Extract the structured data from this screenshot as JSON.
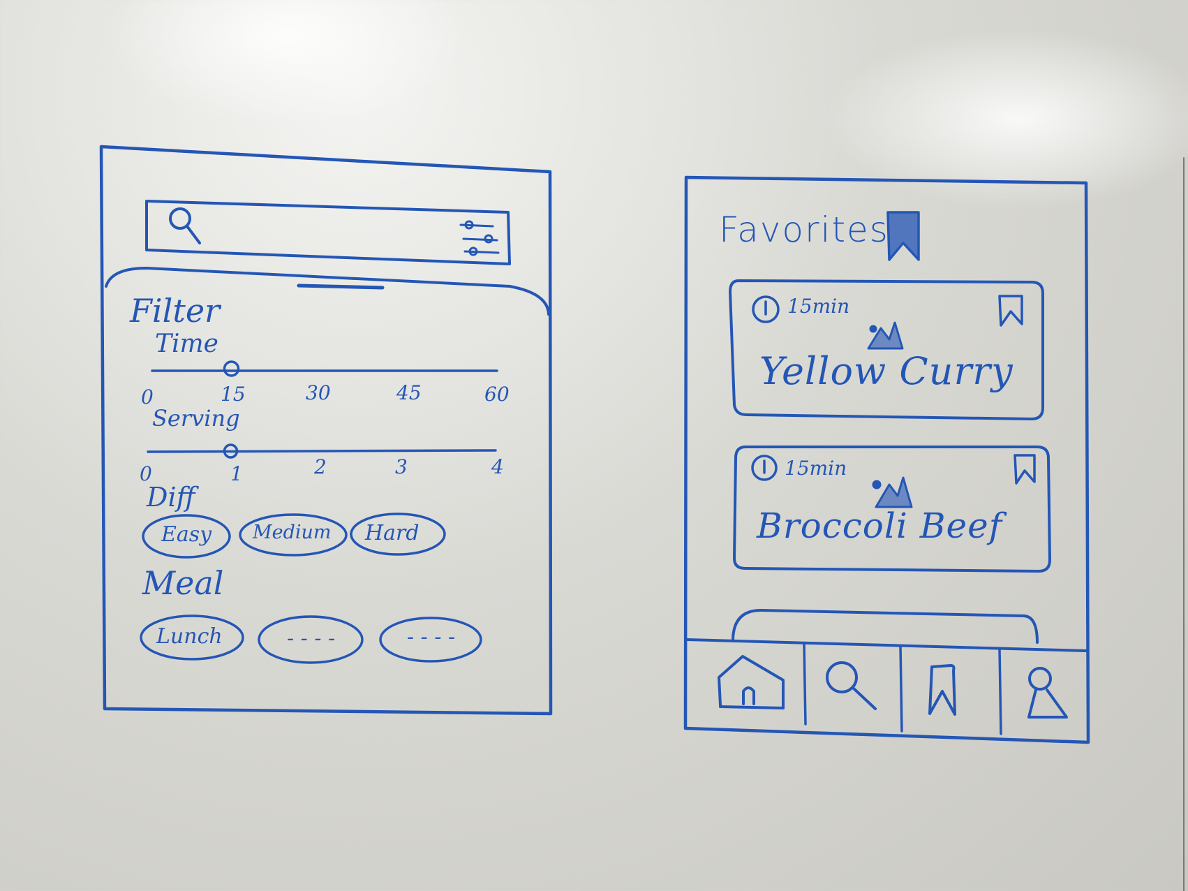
{
  "filter_screen": {
    "title": "Filter",
    "time": {
      "label": "Time",
      "ticks": [
        "0",
        "15",
        "30",
        "45",
        "60"
      ],
      "selected_fraction": 0.25
    },
    "serving": {
      "label": "Serving",
      "ticks": [
        "0",
        "1",
        "2",
        "3",
        "4"
      ],
      "selected_fraction": 0.25
    },
    "difficulty": {
      "label": "Diff",
      "chips": [
        "Easy",
        "Medium",
        "Hard"
      ]
    },
    "meal": {
      "label": "Meal",
      "chips": [
        "Lunch",
        "- - - -",
        "- - - -"
      ]
    }
  },
  "favorites_screen": {
    "title": "Favorites",
    "cards": [
      {
        "time": "15min",
        "name": "Yellow Curry"
      },
      {
        "time": "15min",
        "name": "Broccoli Beef"
      }
    ],
    "tabs": [
      "home-icon",
      "search-icon",
      "bookmark-icon",
      "profile-icon"
    ]
  },
  "colors": {
    "ink": "#2456b5",
    "board": "#d9d9d4"
  }
}
